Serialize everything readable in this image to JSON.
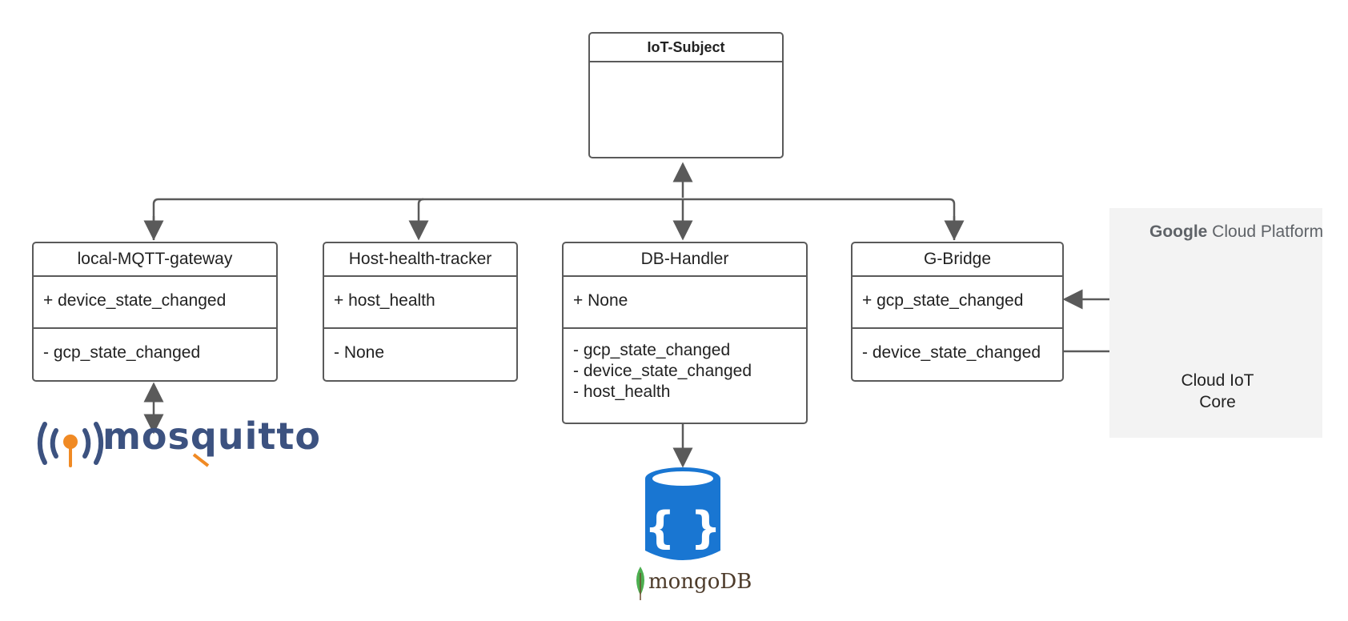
{
  "iot_subject": {
    "title": "IoT-Subject"
  },
  "classes": [
    {
      "id": "local-mqtt-gateway",
      "title": "local-MQTT-gateway",
      "public": [
        "+ device_state_changed"
      ],
      "private": [
        "- gcp_state_changed"
      ]
    },
    {
      "id": "host-health-tracker",
      "title": "Host-health-tracker",
      "public": [
        "+ host_health"
      ],
      "private": [
        "- None"
      ]
    },
    {
      "id": "db-handler",
      "title": "DB-Handler",
      "public": [
        "+ None"
      ],
      "private": [
        "- gcp_state_changed",
        "- device_state_changed",
        "- host_health"
      ]
    },
    {
      "id": "g-bridge",
      "title": "G-Bridge",
      "public": [
        "+ gcp_state_changed"
      ],
      "private": [
        "- device_state_changed"
      ]
    }
  ],
  "gcp": {
    "logo_google": "Google",
    "logo_rest": " Cloud Platform",
    "service_line1": "Cloud IoT",
    "service_line2": "Core",
    "hex_color": "#4a86e8"
  },
  "logos": {
    "mosquitto": "mosquitto",
    "mongodb": "mongoDB"
  },
  "colors": {
    "border": "#5a5a5a",
    "db_blue": "#1976d2",
    "mosquitto_blue": "#3c5280",
    "mosquitto_orange": "#f08a24",
    "mongo_green": "#4caf50"
  }
}
